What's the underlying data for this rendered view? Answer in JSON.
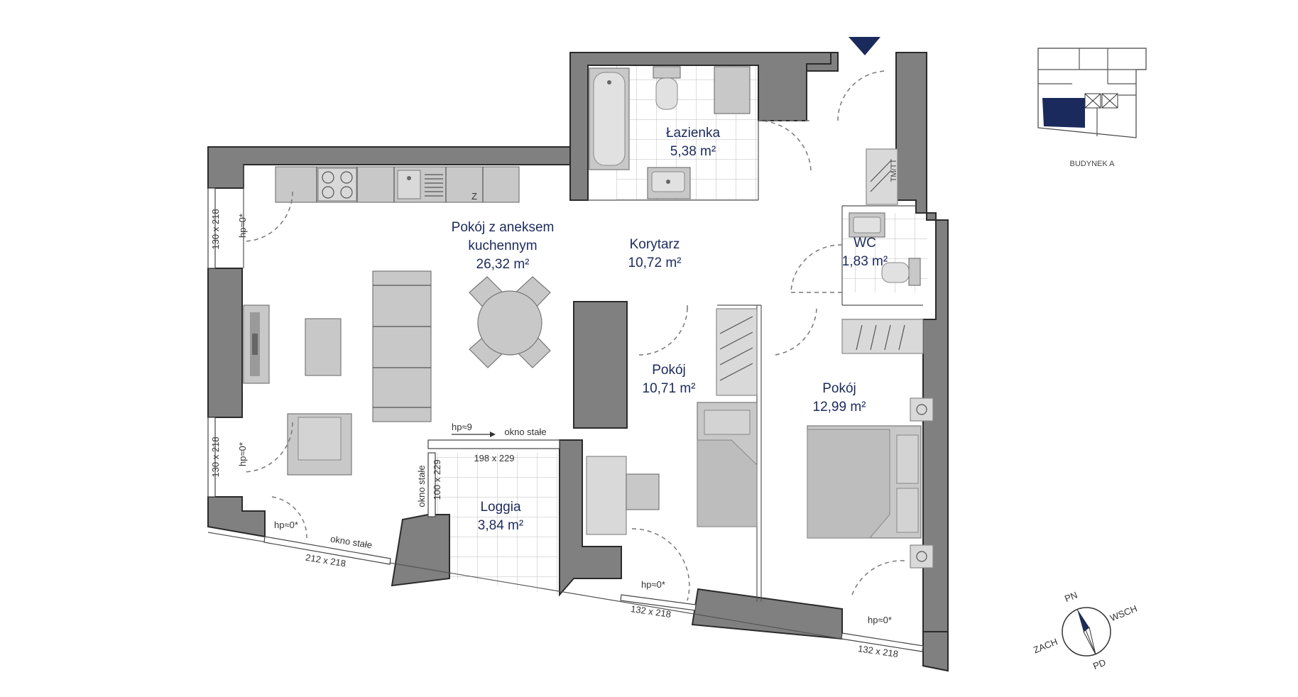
{
  "rooms": {
    "living": {
      "name_line1": "Pokój z aneksem",
      "name_line2": "kuchennym",
      "area": "26,32 m²"
    },
    "corridor": {
      "name": "Korytarz",
      "area": "10,72 m²"
    },
    "bathroom": {
      "name": "Łazienka",
      "area": "5,38 m²"
    },
    "wc": {
      "name": "WC",
      "area": "1,83 m²"
    },
    "room1": {
      "name": "Pokój",
      "area": "10,71 m²"
    },
    "room2": {
      "name": "Pokój",
      "area": "12,99 m²"
    },
    "loggia": {
      "name": "Loggia",
      "area": "3,84 m²"
    }
  },
  "windows": {
    "w_left_top_dim": "130 x 218",
    "w_left_top_hp": "hp≈0*",
    "w_left_bottom_dim": "130 x 218",
    "w_left_bottom_hp": "hp≈0*",
    "w_bottom_hp": "hp≈0*",
    "w_bottom_fixed": "okno stałe",
    "w_bottom_dim": "212 x 218",
    "loggia_top_hp": "hp≈9",
    "loggia_top_fixed": "okno stałe",
    "loggia_door_dim": "198 x 229",
    "loggia_side_fixed": "okno stałe",
    "loggia_side_dim": "100 x 229",
    "room1_hp": "hp≈0*",
    "room1_dim": "132 x 218",
    "room2_hp": "hp≈0*",
    "room2_dim": "132 x 218"
  },
  "labels": {
    "fridge": "Z",
    "wardrobe_tag": "TM/TT",
    "building": "BUDYNEK A"
  },
  "compass": {
    "n": "PN",
    "e": "WSCH",
    "s": "PD",
    "w": "ZACH"
  },
  "colors": {
    "wall": "#808080",
    "text": "#1b2a5c",
    "highlight": "#1b2a5c",
    "furniture": "#c8c8c8"
  }
}
